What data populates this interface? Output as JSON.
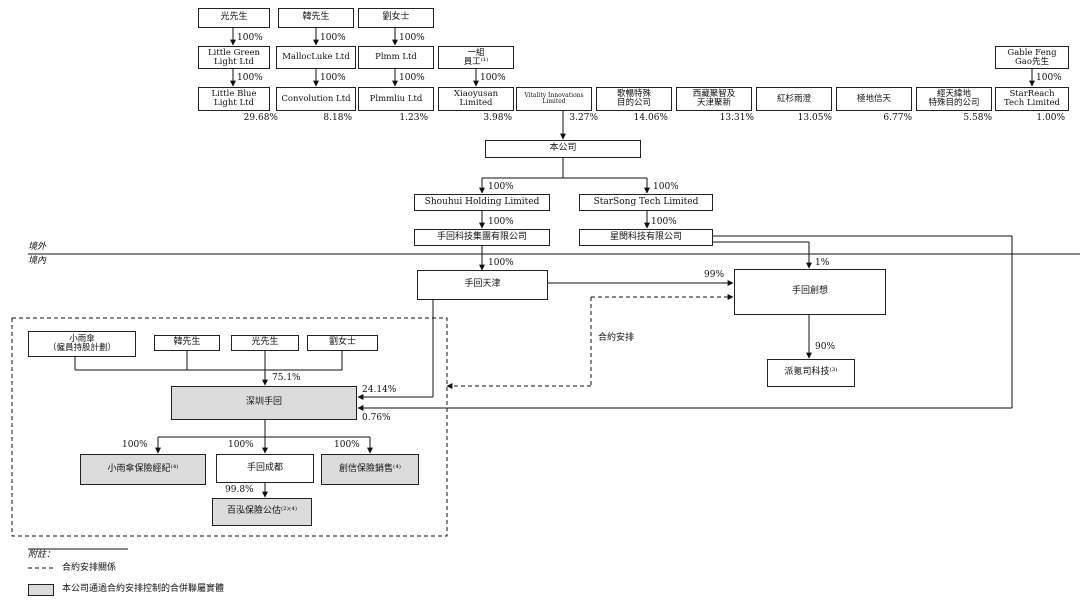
{
  "top_holders": {
    "guang": "光先生",
    "han": "韓先生",
    "liu": "劉女士",
    "group_staff": "一組\n員工⁽¹⁾",
    "gable": "Gable Feng\nGao先生"
  },
  "spv_row": {
    "little_green": "Little Green\nLight Ltd",
    "malloc": "MallocLuke Ltd",
    "plmm": "Plmm Ltd"
  },
  "holder_row": {
    "little_blue": "Little Blue\nLight Ltd",
    "convolution": "Convolution Ltd",
    "plmmliu": "Plmmliu Ltd",
    "xiaoyusan": "Xiaoyusan\nLimited",
    "vitality": "Vitality Innovations\nLimited",
    "gechang": "歌暢特殊\n目的公司",
    "xizang": "西藏聚智及\n天津聚新",
    "hongshan": "紅杉雨澄",
    "jidi": "極地信天",
    "jingtian": "經天緯地\n特殊目的公司",
    "starreach": "StarReach\nTech Limited"
  },
  "link_pcts": {
    "p100": "100%",
    "p99": "99%",
    "p1": "1%",
    "p90": "90%",
    "p751": "75.1%",
    "p2414": "24.14%",
    "p076": "0.76%",
    "p998": "99.8%"
  },
  "shareholding": [
    "29.68%",
    "8.18%",
    "1.23%",
    "3.98%",
    "3.27%",
    "14.06%",
    "13.31%",
    "13.05%",
    "6.77%",
    "5.58%",
    "1.00%"
  ],
  "company": "本公司",
  "offshore": {
    "shouhui_holding": "Shouhui Holding Limited",
    "starsong": "StarSong Tech Limited",
    "shouhui_group": "手回科技集團有限公司",
    "xingmin": "星閔科技有限公司"
  },
  "border": {
    "outside": "境外",
    "inside": "境內"
  },
  "onshore": {
    "tianjin": "手回天津",
    "chuangxiang": "手回創想",
    "paidan": "派氪司科技⁽³⁾",
    "contract_label": "合約安排"
  },
  "vie": {
    "xiaoyusan_plan": "小雨傘\n（僱員持股計劃）",
    "han": "韓先生",
    "guang": "光先生",
    "liu": "劉女士",
    "shenzhen": "深圳手回",
    "xiaoyusan_broker": "小雨傘保險經紀⁽⁴⁾",
    "chengdu": "手回成都",
    "chuangxin": "創信保險銷售⁽⁴⁾",
    "baihong": "百泓保險公估⁽²⁾⁽⁴⁾"
  },
  "legend": {
    "title": "附註：",
    "dashed": "合約安排關係",
    "grey": "本公司通過合約安排控制的合併聯屬實體"
  }
}
